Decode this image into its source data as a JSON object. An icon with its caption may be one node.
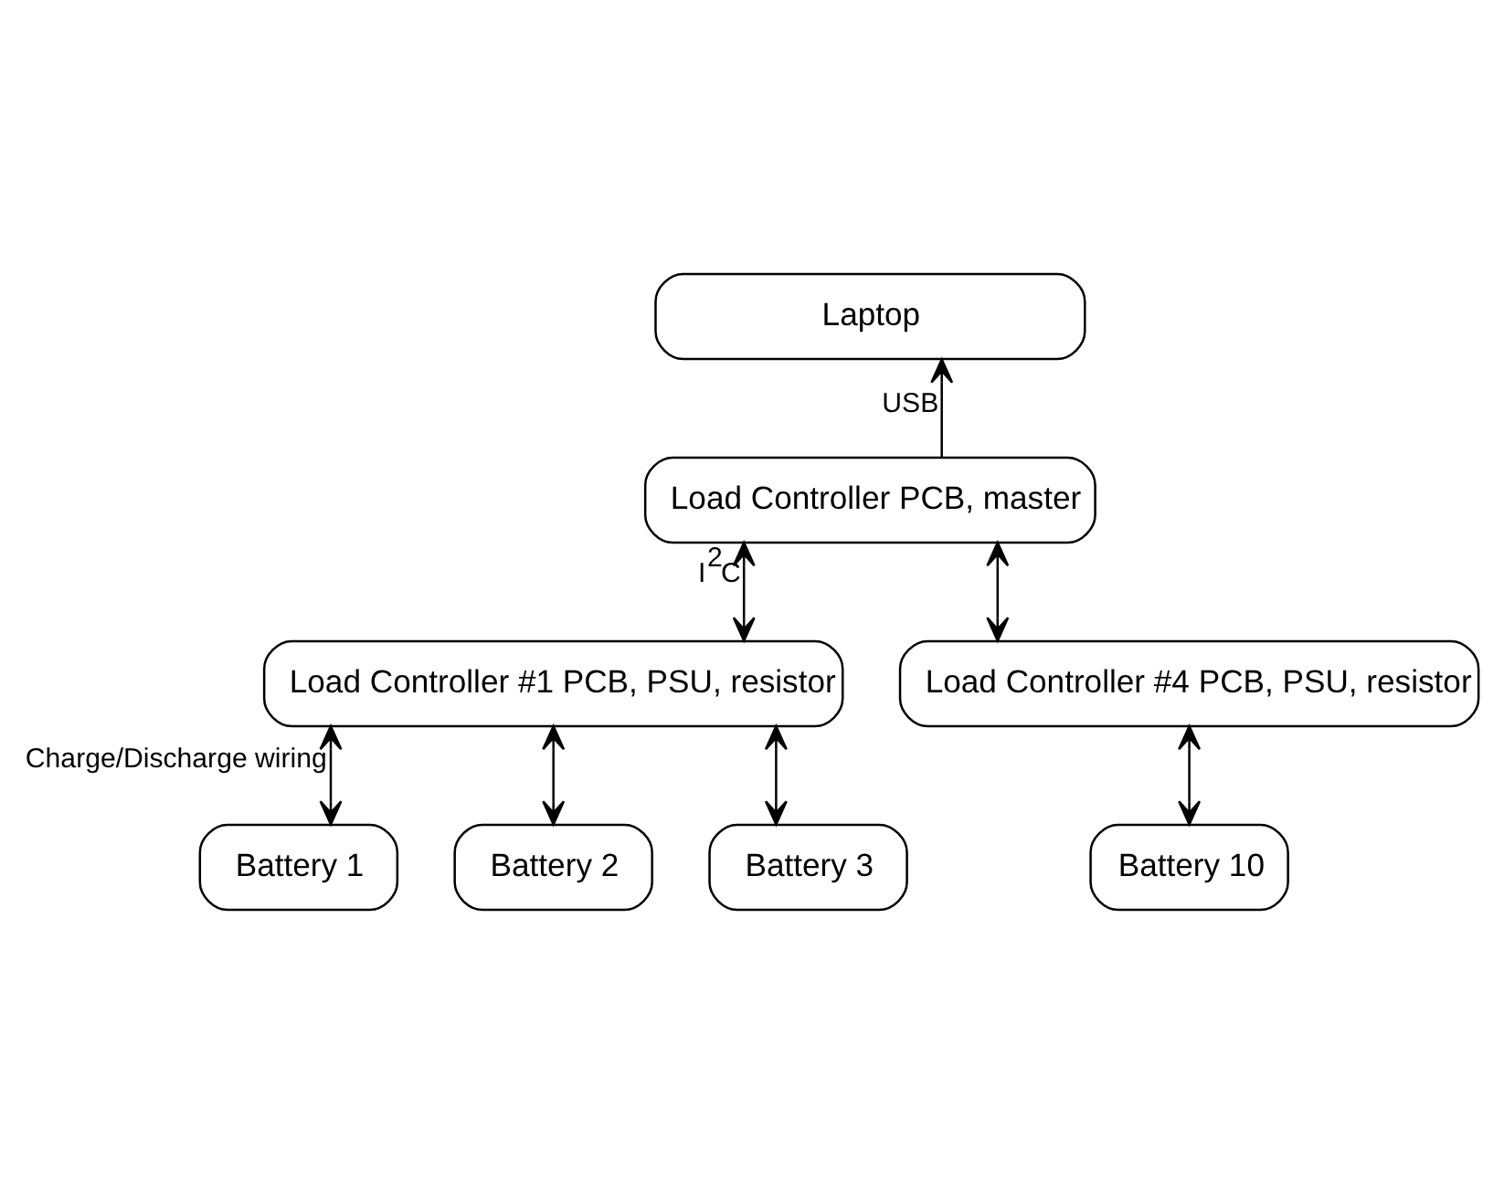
{
  "diagram": {
    "nodes": [
      {
        "text": [
          "Laptop"
        ]
      },
      {
        "text": [
          "Load Controller PCB, master"
        ]
      },
      {
        "text": [
          "Load Controller #1 PCB, PSU, resistor"
        ]
      },
      {
        "text": [
          "Load Controller #4 PCB, PSU, resistor"
        ]
      },
      {
        "text": [
          "Battery 1"
        ]
      },
      {
        "text": [
          "Battery 2"
        ]
      },
      {
        "text": [
          "Battery 3"
        ]
      },
      {
        "text": [
          "Battery 10"
        ]
      }
    ],
    "edges": [
      {
        "from": 1,
        "to": 0,
        "arrow": "to",
        "label": "USB"
      },
      {
        "from": 1,
        "to": 2,
        "arrow": "both",
        "label": "I$^{2}$C"
      },
      {
        "from": 1,
        "to": 3,
        "arrow": "both"
      },
      {
        "from": 2,
        "to": 4,
        "arrow": "both",
        "label": "Charge/Discharge wiring"
      },
      {
        "from": 2,
        "to": 5,
        "arrow": "both"
      },
      {
        "from": 2,
        "to": 6,
        "arrow": "both"
      },
      {
        "from": 3,
        "to": 7,
        "arrow": "both"
      }
    ]
  }
}
